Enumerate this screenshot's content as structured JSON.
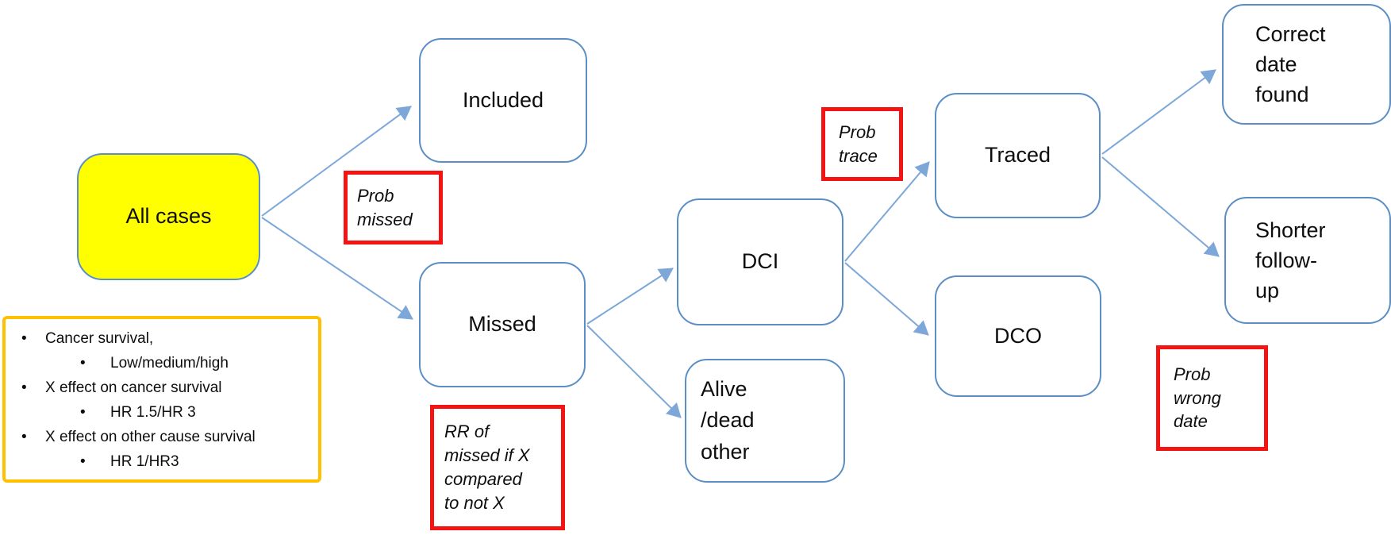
{
  "nodes": {
    "all_cases": {
      "label": "All cases"
    },
    "included": {
      "label": "Included"
    },
    "missed": {
      "label": "Missed"
    },
    "dci": {
      "label": "DCI"
    },
    "alive_dead_other": {
      "label": "Alive\n/dead\nother"
    },
    "traced": {
      "label": "Traced"
    },
    "dco": {
      "label": "DCO"
    },
    "correct_date_found": {
      "label": "Correct\ndate\nfound"
    },
    "shorter_follow_up": {
      "label": "Shorter\nfollow-\nup"
    }
  },
  "annotations": {
    "prob_missed": {
      "label": "Prob\nmissed"
    },
    "rr_missed": {
      "label": "RR of\nmissed if X\ncompared\nto not X"
    },
    "prob_trace": {
      "label": "Prob\ntrace"
    },
    "prob_wrong_date": {
      "label": "Prob\nwrong\ndate"
    }
  },
  "legend": {
    "items": [
      {
        "level": 1,
        "text": "Cancer survival,"
      },
      {
        "level": 2,
        "text": "Low/medium/high"
      },
      {
        "level": 1,
        "text": "X effect on cancer survival"
      },
      {
        "level": 2,
        "text": "HR 1.5/HR 3"
      },
      {
        "level": 1,
        "text": "X effect on other cause survival"
      },
      {
        "level": 2,
        "text": "HR 1/HR3"
      }
    ]
  },
  "colors": {
    "node_border": "#5b8ec4",
    "node_fill": "#ffffff",
    "highlight_fill": "#ffff00",
    "annotation_border": "#f51414",
    "legend_border": "#ffc000",
    "arrow": "#7da7d9",
    "text": "#0d0d0d"
  }
}
